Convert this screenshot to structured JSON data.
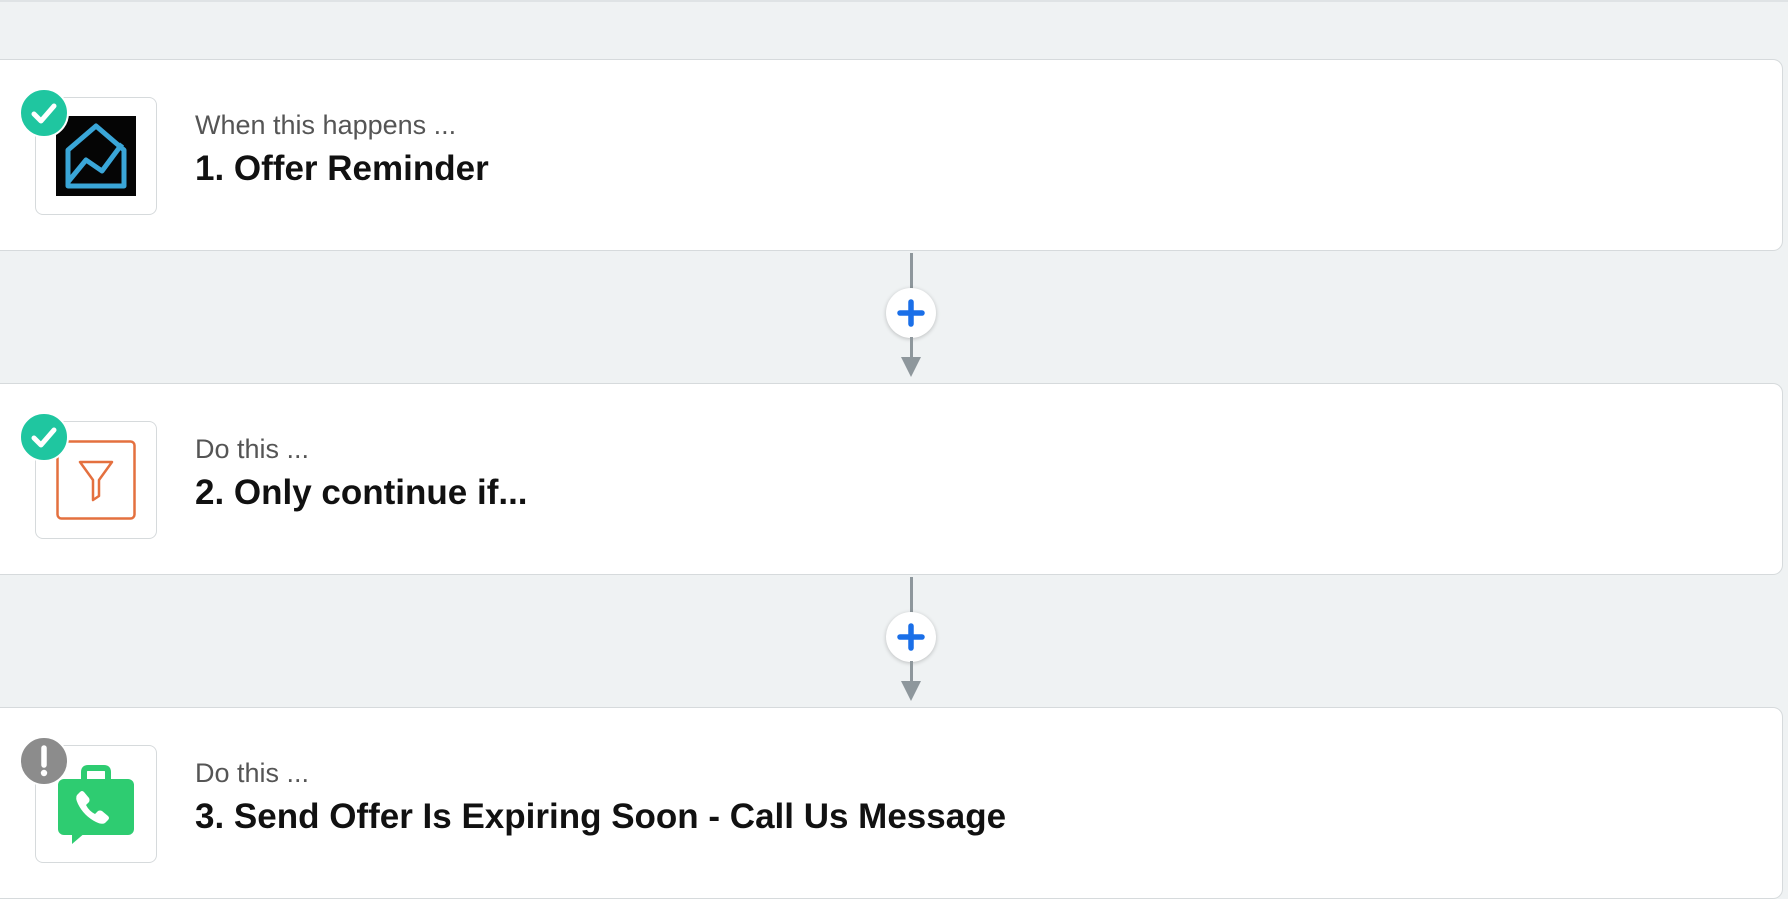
{
  "steps": [
    {
      "label": "When this happens ...",
      "title": "1. Offer Reminder",
      "status": "complete",
      "app_icon": "chart-envelope-icon"
    },
    {
      "label": "Do this ...",
      "title": "2. Only continue if...",
      "status": "complete",
      "app_icon": "filter-icon"
    },
    {
      "label": "Do this ...",
      "title": "3. Send Offer Is Expiring Soon - Call Us Message",
      "status": "warning",
      "app_icon": "phone-briefcase-icon"
    }
  ],
  "colors": {
    "complete": "#1fc6a0",
    "warning": "#8c8c8c",
    "add": "#1a6fe8",
    "filter": "#e4703f",
    "phone_app": "#2ecc71"
  }
}
